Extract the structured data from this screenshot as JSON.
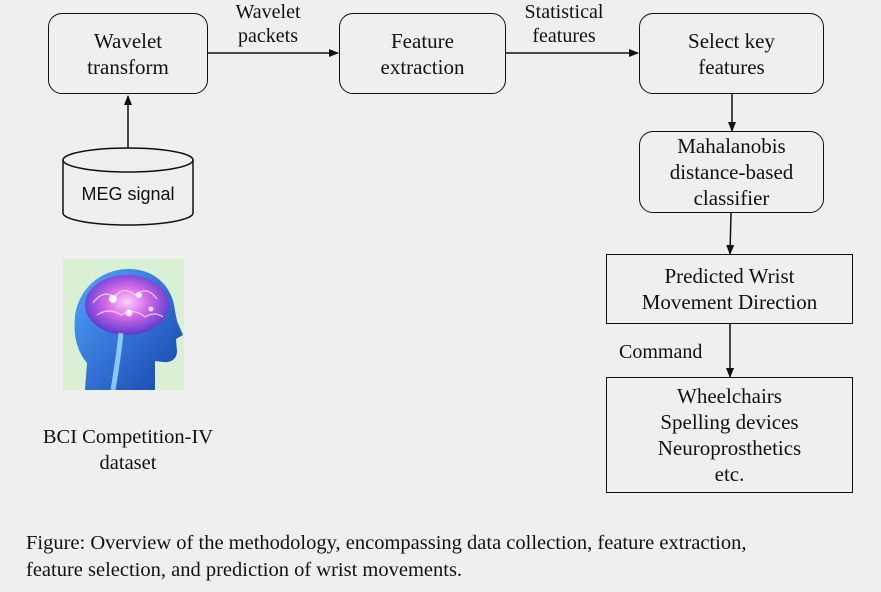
{
  "nodes": {
    "wavelet_transform": [
      "Wavelet",
      "transform"
    ],
    "feature_extraction": [
      "Feature",
      "extraction"
    ],
    "select_key_features": [
      "Select key",
      "features"
    ],
    "mahalanobis_classifier": [
      "Mahalanobis",
      "distance-based",
      "classifier"
    ],
    "predicted_direction": [
      "Predicted Wrist",
      "Movement Direction"
    ],
    "applications": [
      "Wheelchairs",
      "Spelling devices",
      "Neuroprosthetics",
      "etc."
    ],
    "meg_signal": "MEG signal"
  },
  "edge_labels": {
    "wavelet_packets": [
      "Wavelet",
      "packets"
    ],
    "statistical_features": [
      "Statistical",
      "features"
    ],
    "command": "Command"
  },
  "dataset_label": [
    "BCI Competition-IV",
    "dataset"
  ],
  "caption": [
    "Figure: Overview of the methodology, encompassing data collection, feature extraction,",
    "feature selection, and prediction of wrist movements."
  ],
  "colors": {
    "background": "#efefef",
    "stroke": "#111111",
    "image_bg": "#d9f0d4",
    "head": "#1f5fd8",
    "brain_glow": "#e070f0"
  }
}
